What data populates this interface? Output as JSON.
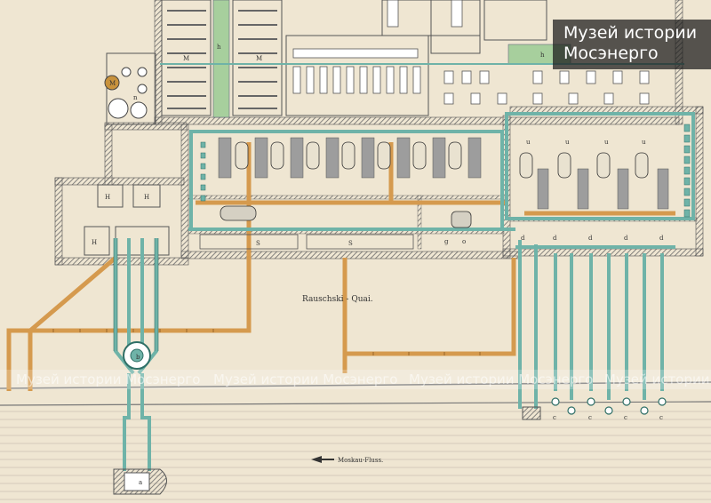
{
  "watermark": {
    "line1": "Музей истории",
    "line2": "Мосэнерго",
    "band_text": "Музей истории Мосэнерго"
  },
  "labels": {
    "embankment": "Rauschski - Quai.",
    "river": "Moskau-Fluss.",
    "letters": {
      "h": "h",
      "m": "M",
      "n": "n",
      "H": "H",
      "s": "S",
      "g": "g",
      "o": "o",
      "d": "d",
      "u": "u",
      "c": "c",
      "a": "a",
      "b": "b"
    }
  },
  "colors": {
    "paper": "#efe6d2",
    "wall": "#5a5a5a",
    "steam_pipe": "#d59a4e",
    "water_pipe": "#6fb3a8",
    "water_dark": "#2f6f66",
    "green_room": "#a7cf9d"
  }
}
